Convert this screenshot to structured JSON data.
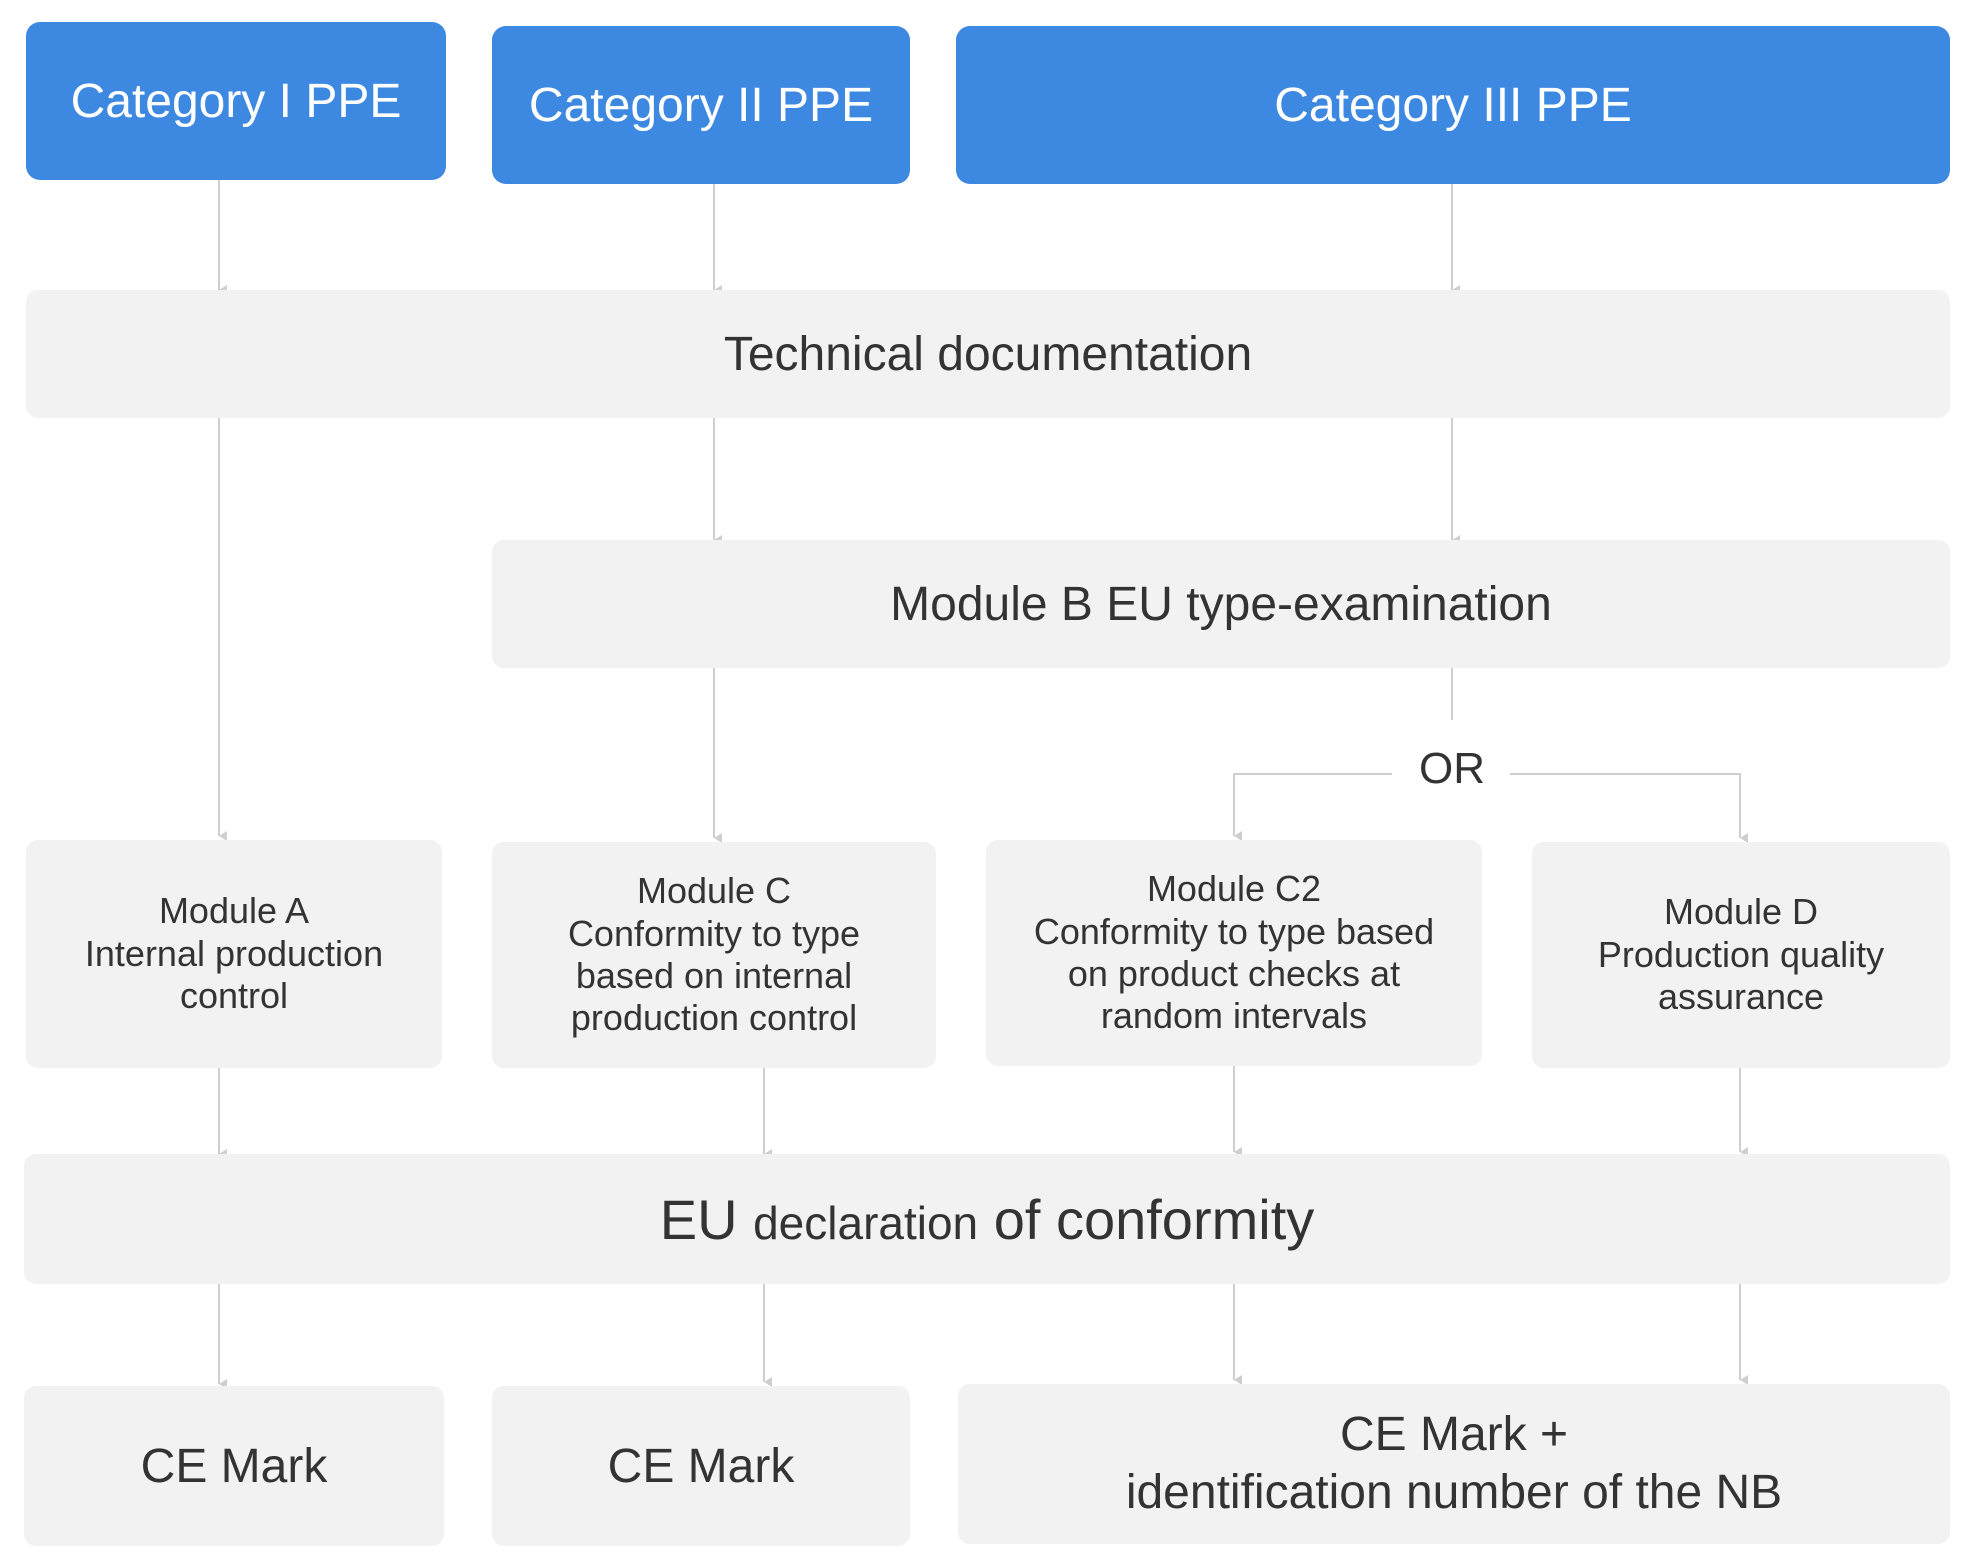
{
  "categories": {
    "cat1": "Category I PPE",
    "cat2": "Category II PPE",
    "cat3": "Category III PPE"
  },
  "technical_documentation": "Technical documentation",
  "module_b": "Module B EU type-examination",
  "or_label": "OR",
  "modules": {
    "a": {
      "title": "Module A",
      "lines": [
        "Internal production",
        "control"
      ]
    },
    "c": {
      "title": "Module C",
      "lines": [
        "Conformity to type",
        "based on internal",
        "production control"
      ]
    },
    "c2": {
      "title": "Module C2",
      "lines": [
        "Conformity to type based",
        "on product checks at",
        "random intervals"
      ]
    },
    "d": {
      "title": "Module D",
      "lines": [
        "Production quality",
        "assurance"
      ]
    }
  },
  "declaration": {
    "part1": "EU ",
    "part2": "declaration",
    "part3": " of conformity"
  },
  "marks": {
    "ce1": "CE Mark",
    "ce2": "CE Mark",
    "ce_nb_line1": "CE Mark +",
    "ce_nb_line2": "identification number of the NB"
  },
  "colors": {
    "category_blue": "#3d88e0",
    "box_grey": "#f2f2f2",
    "connector_grey": "#cfcfcf",
    "text_dark": "#333333"
  }
}
